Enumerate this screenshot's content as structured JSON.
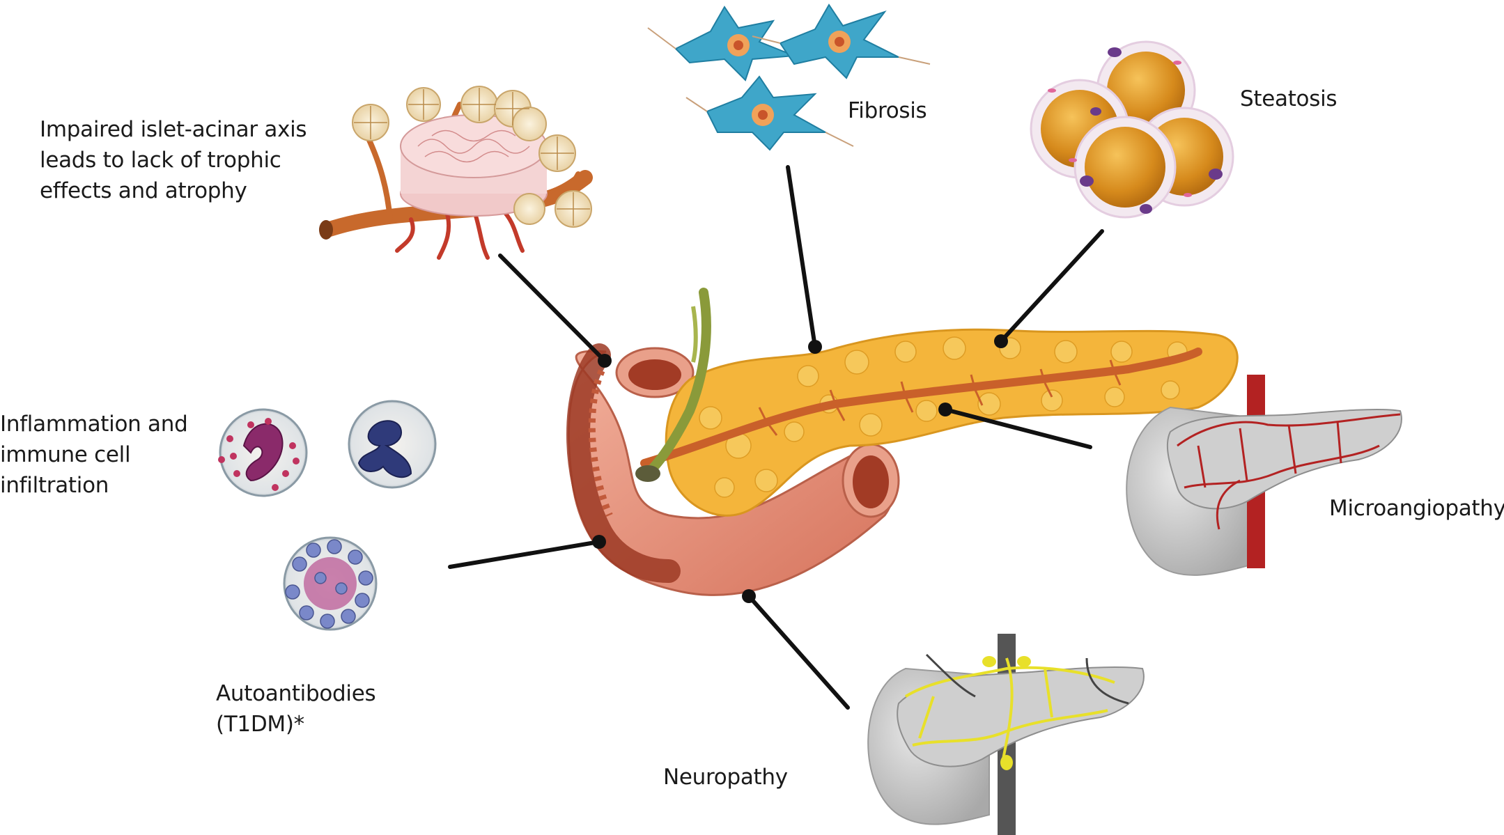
{
  "labels": {
    "islet_acinar": "Impaired islet-acinar axis\nleads to lack of trophic\neffects and atrophy",
    "fibrosis": "Fibrosis",
    "steatosis": "Steatosis",
    "inflammation": "Inflammation and\nimmune cell\ninfiltration",
    "microangiopathy": "Microangiopathy",
    "autoantibodies": "Autoantibodies\n(T1DM)*",
    "neuropathy": "Neuropathy"
  },
  "colors": {
    "pancreas": "#f4b53b",
    "duodenum": "#e8917a",
    "duodenum_inner": "#b5462e",
    "duct": "#c9602a",
    "leader_line": "#111111",
    "fibroblast": "#2a9bc0",
    "fat_cell": "#d9921f",
    "vessel": "#b32222",
    "nerve": "#e8e02a",
    "grey_organ": "#cfcfcf"
  }
}
